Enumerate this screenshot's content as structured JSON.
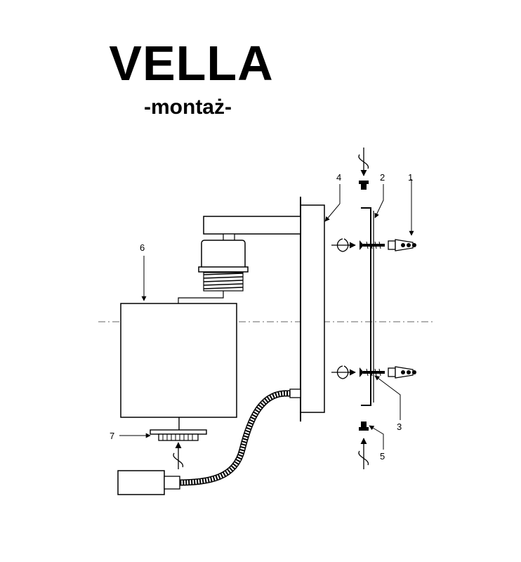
{
  "title": "VELLA",
  "subtitle": "-montaż-",
  "callouts": {
    "n1": "1",
    "n2": "2",
    "n3": "3",
    "n4": "4",
    "n5": "5",
    "n6": "6",
    "n7": "7"
  }
}
